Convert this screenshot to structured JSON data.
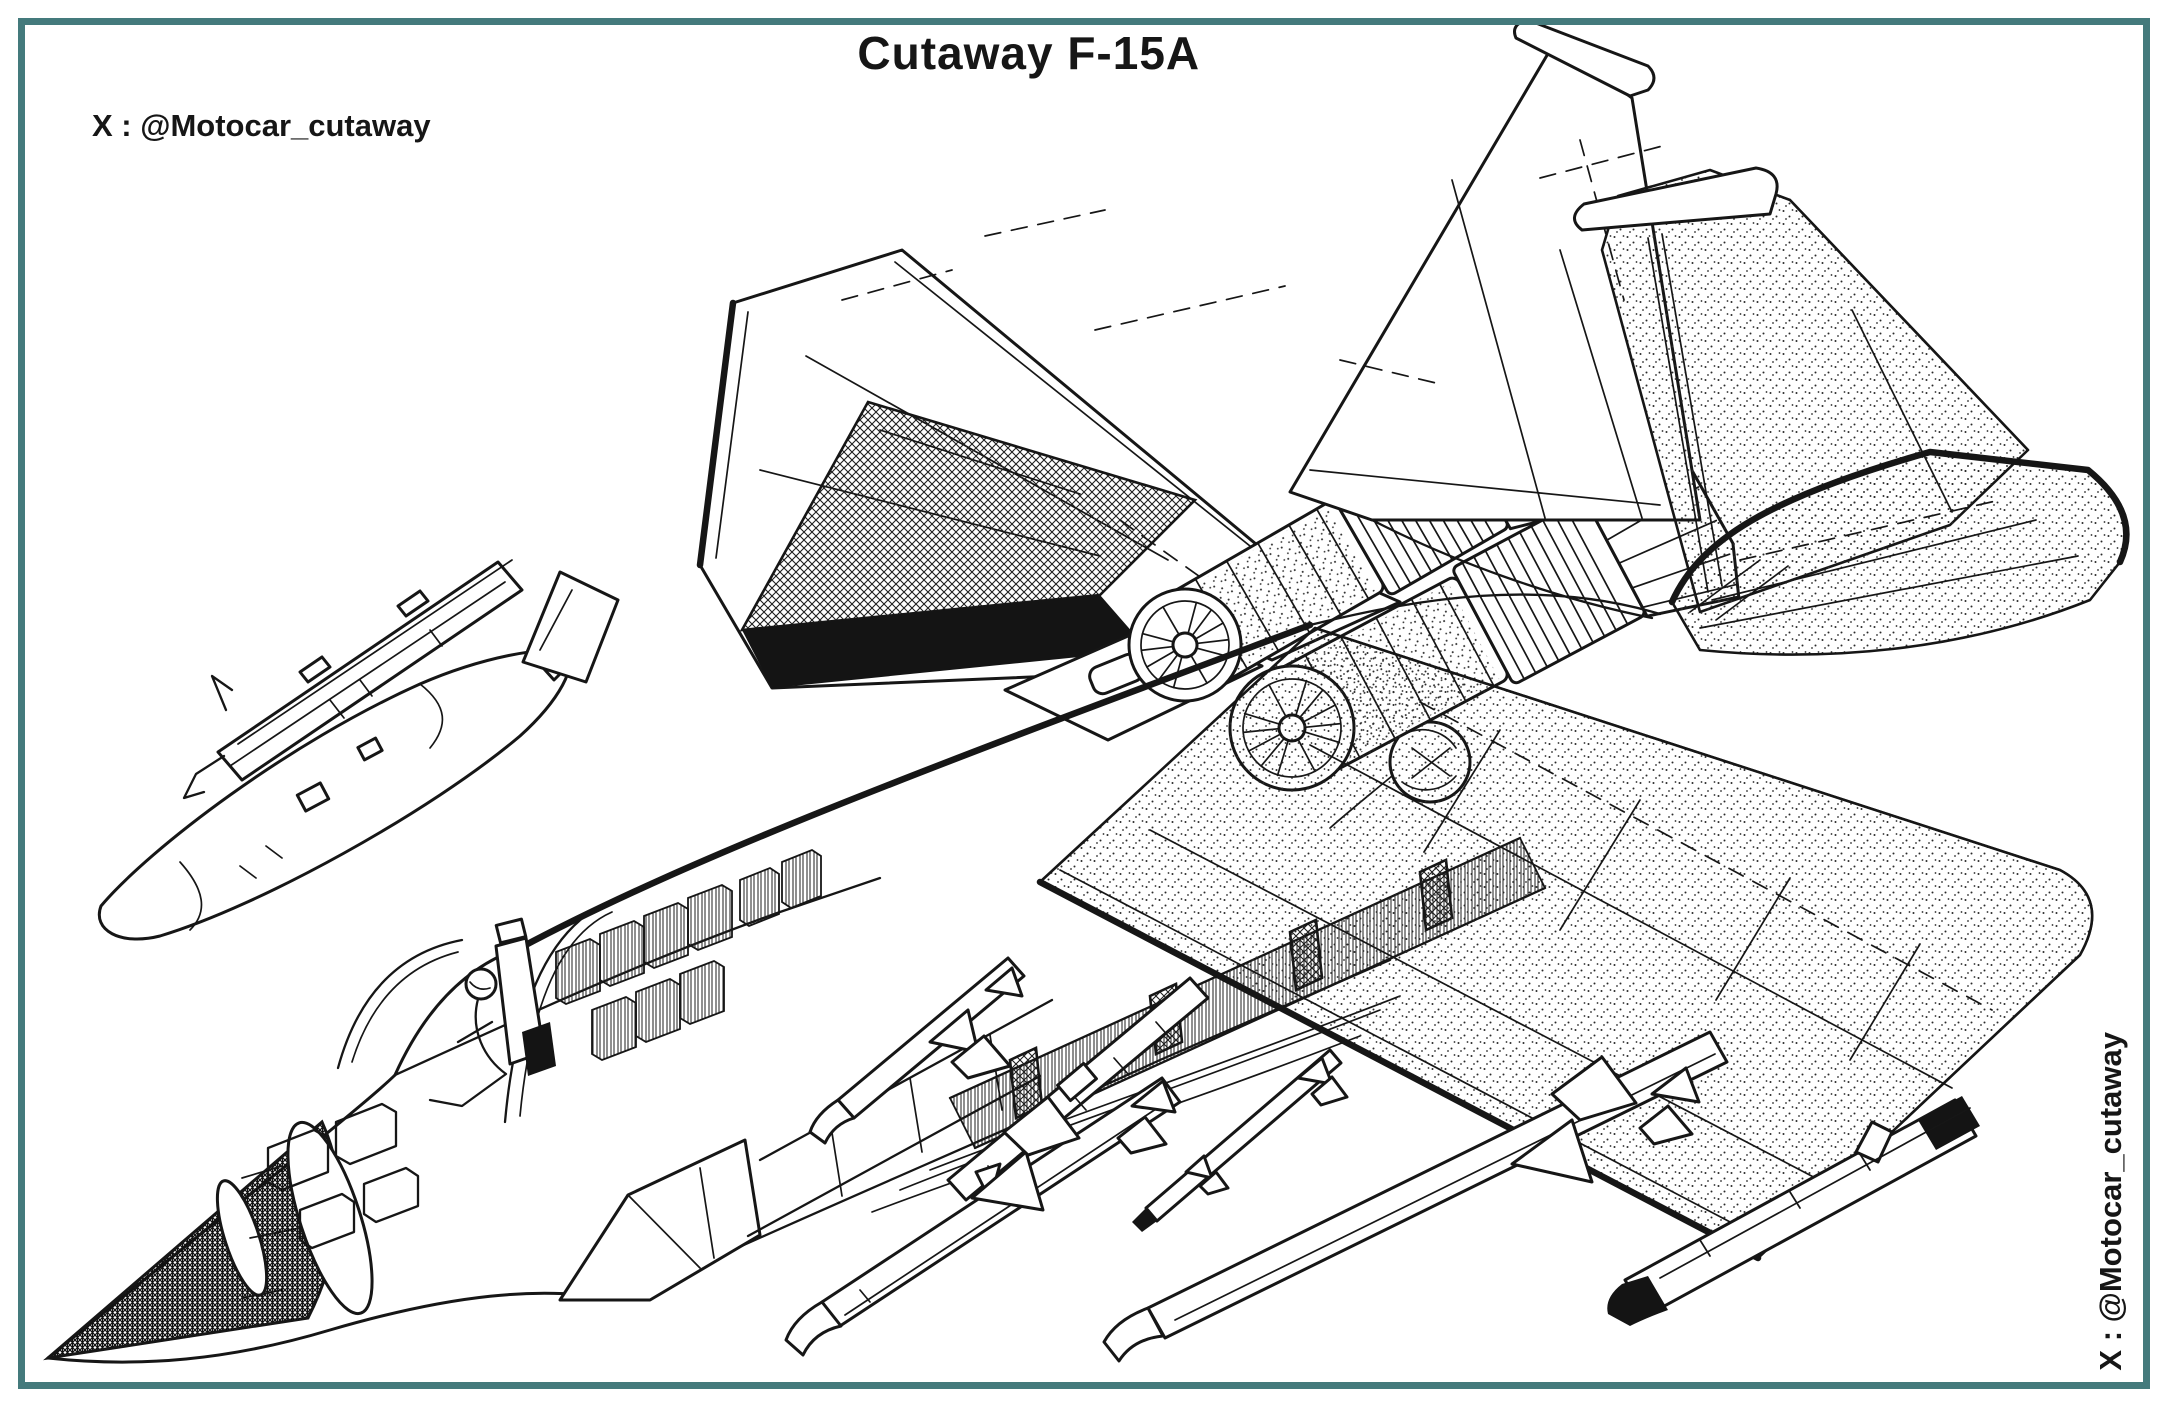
{
  "frame": {
    "border_color": "#447a7c",
    "background_color": "#ffffff",
    "ink_color": "#161616"
  },
  "header": {
    "title": "Cutaway F-15A"
  },
  "watermarks": {
    "top_left": "X : @Motocar_cutaway",
    "bottom_right": "X : @Motocar_cutaway"
  }
}
